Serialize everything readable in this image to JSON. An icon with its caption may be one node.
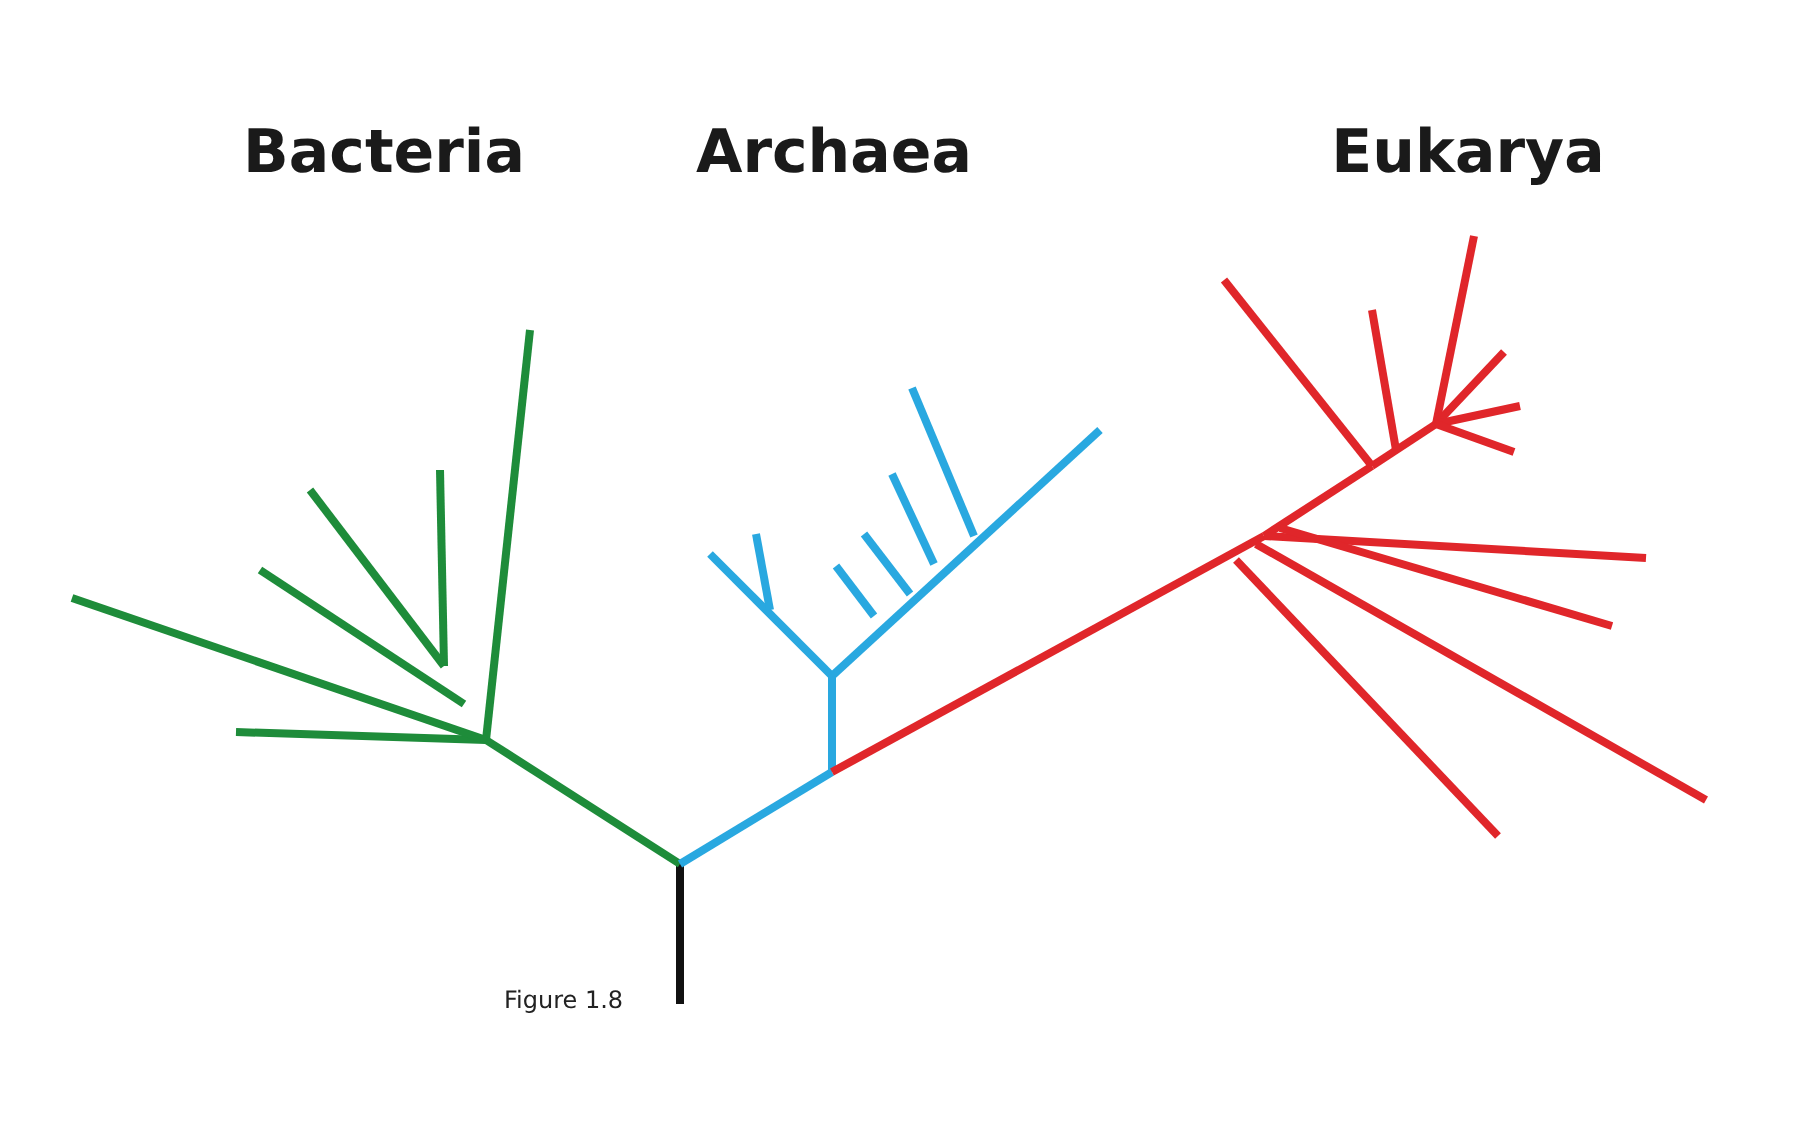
{
  "diagram": {
    "caption": "Figure 1.8",
    "labels": [
      "Bacteria",
      "Archaea",
      "Eukarya"
    ]
  }
}
